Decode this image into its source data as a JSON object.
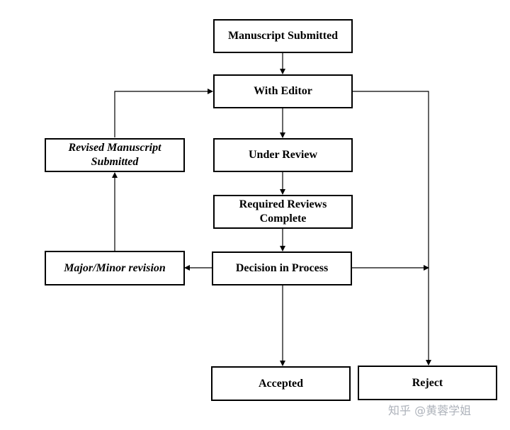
{
  "nodes": {
    "manuscript_submitted": "Manuscript Submitted",
    "with_editor": "With Editor",
    "under_review": "Under Review",
    "required_reviews_line1": "Required Reviews",
    "required_reviews_line2": "Complete",
    "decision_in_process": "Decision in Process",
    "major_minor_revision": "Major/Minor revision",
    "revised_manuscript_line1": "Revised Manuscript",
    "revised_manuscript_line2": "Submitted",
    "accepted": "Accepted",
    "reject": "Reject"
  },
  "watermark": "知乎 @黄蓉学姐",
  "colors": {
    "line": "#000000",
    "box_border": "#000000",
    "watermark": "#aeb3bb"
  }
}
